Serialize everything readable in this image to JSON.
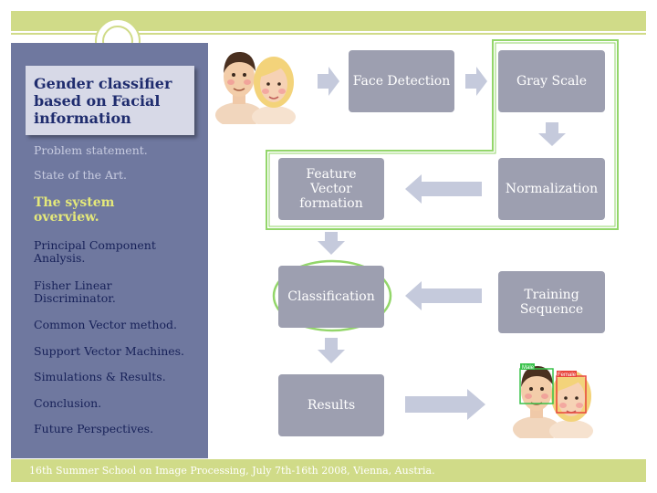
{
  "title": "Gender classifier based on Facial information",
  "nav": {
    "items": [
      {
        "label": "Problem statement.",
        "state": "dim"
      },
      {
        "label": "State of the Art.",
        "state": "dim"
      },
      {
        "label": "The system overview.",
        "state": "active"
      },
      {
        "label": "Principal Component Analysis.",
        "state": "normal"
      },
      {
        "label": "Fisher Linear Discriminator.",
        "state": "normal"
      },
      {
        "label": "Common Vector method.",
        "state": "normal"
      },
      {
        "label": "Support  Vector Machines.",
        "state": "normal"
      },
      {
        "label": "Simulations & Results.",
        "state": "normal"
      },
      {
        "label": "Conclusion.",
        "state": "normal"
      },
      {
        "label": "Future Perspectives.",
        "state": "normal"
      }
    ]
  },
  "diagram": {
    "face_detection": "Face Detection",
    "gray_scale": "Gray Scale",
    "normalization": "Normalization",
    "feature_vector": "Feature Vector formation",
    "classification": "Classification",
    "training": "Training Sequence",
    "results": "Results",
    "label_male": "Male",
    "label_female": "Female"
  },
  "footer": "16th Summer School on Image Processing, July 7th-16th 2008, Vienna, Austria.",
  "colors": {
    "accent": "#d0db88",
    "sidebar": "#6f789f",
    "box": "#9d9fb0",
    "arrow": "#c5cadc",
    "highlight": "#93d66a"
  }
}
